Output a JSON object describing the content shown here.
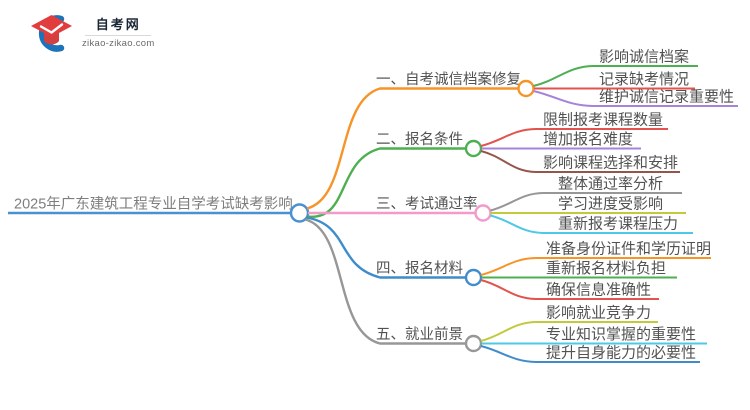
{
  "logo": {
    "title": "自考网",
    "domain": "zikao-zikao.com",
    "icon": "graduation-cap-with-blue-swoosh",
    "colors": {
      "cap": "#e23d3d",
      "cap_dark": "#d34040",
      "swoosh": "#1b73b9"
    }
  },
  "mindmap": {
    "root": {
      "label": "2025年广东建筑工程专业自学考试缺考影响",
      "color": "#4a90d2"
    },
    "branches": [
      {
        "label": "一、自考诚信档案修复",
        "color": "#f79428",
        "children": [
          {
            "label": "影响诚信档案",
            "color": "#4caf50"
          },
          {
            "label": "记录缺考情况",
            "color": "#e2534d"
          },
          {
            "label": "维护诚信记录重要性",
            "color": "#a583d6"
          }
        ]
      },
      {
        "label": "二、报名条件",
        "color": "#4caf50",
        "children": [
          {
            "label": "限制报考课程数量",
            "color": "#e2534d"
          },
          {
            "label": "增加报名难度",
            "color": "#a583d6"
          },
          {
            "label": "影响课程选择和安排",
            "color": "#96554b"
          }
        ]
      },
      {
        "label": "三、考试通过率",
        "color": "#f29ac9",
        "children": [
          {
            "label": "整体通过率分析",
            "color": "#979797"
          },
          {
            "label": "学习进度受影响",
            "color": "#c2c93c"
          },
          {
            "label": "重新报考课程压力",
            "color": "#4fc8e6"
          }
        ]
      },
      {
        "label": "四、报名材料",
        "color": "#3f8ccc",
        "children": [
          {
            "label": "准备身份证件和学历证明",
            "color": "#f79428"
          },
          {
            "label": "重新报名材料负担",
            "color": "#4caf50"
          },
          {
            "label": "确保信息准确性",
            "color": "#e2534d"
          }
        ]
      },
      {
        "label": "五、就业前景",
        "color": "#979797",
        "children": [
          {
            "label": "影响就业竞争力",
            "color": "#c2c93c"
          },
          {
            "label": "专业知识掌握的重要性",
            "color": "#4fc8e6"
          },
          {
            "label": "提升自身能力的必要性",
            "color": "#3f8ccc"
          }
        ]
      }
    ]
  }
}
